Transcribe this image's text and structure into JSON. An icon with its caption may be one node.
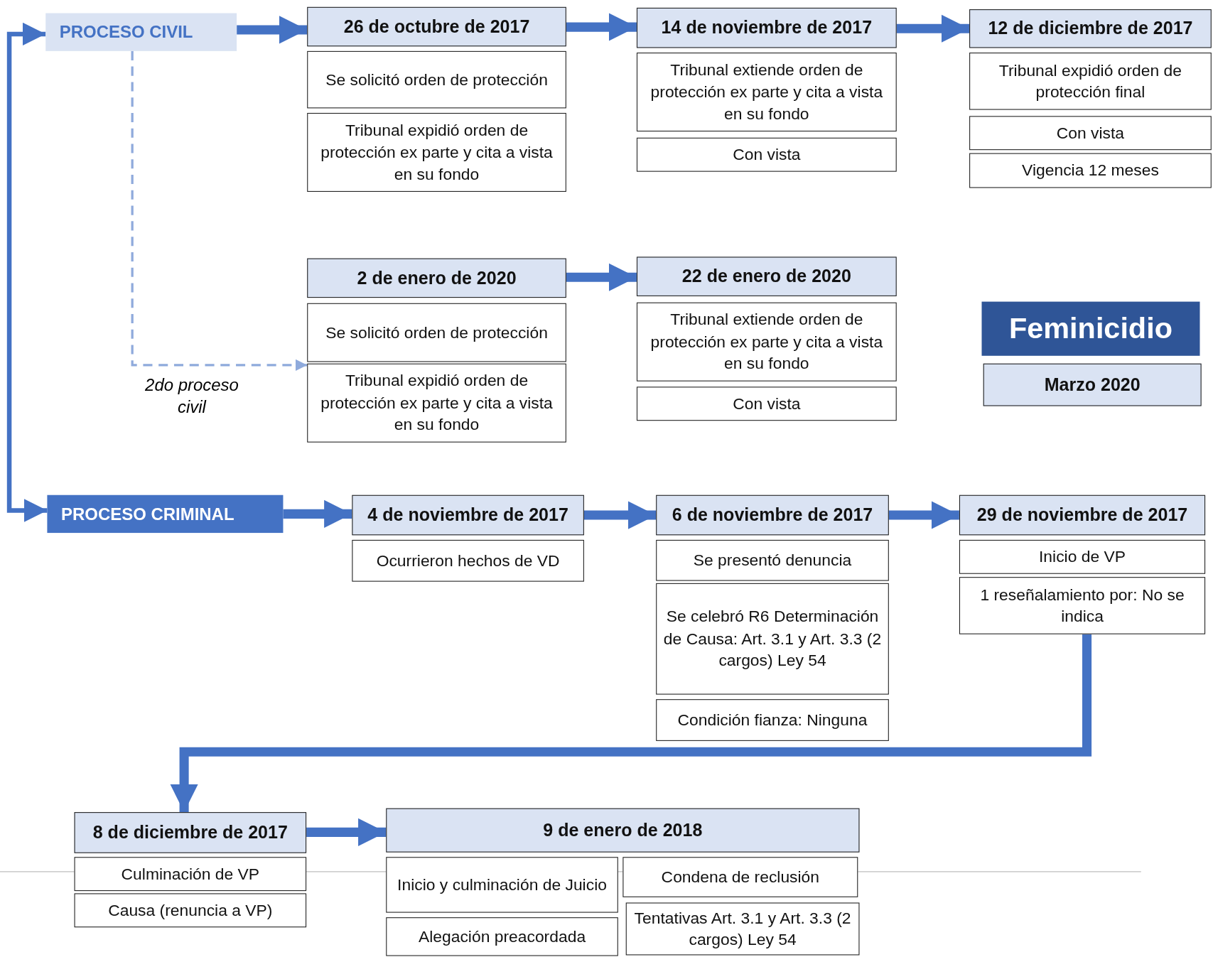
{
  "diagram": {
    "nodes": [
      {
        "text": [
          "PROCESO CIVIL"
        ]
      },
      {
        "text": [
          "26 de octubre de 2017"
        ]
      },
      {
        "text": [
          "Se solicitó orden de protección"
        ]
      },
      {
        "text": [
          "Tribunal expidió orden de protección ex parte y cita a vista en su fondo"
        ]
      },
      {
        "text": [
          "14 de noviembre de 2017"
        ]
      },
      {
        "text": [
          "Tribunal extiende orden de protección ex parte y cita a vista en su fondo"
        ]
      },
      {
        "text": [
          "Con vista"
        ]
      },
      {
        "text": [
          "12 de diciembre de 2017"
        ]
      },
      {
        "text": [
          "Tribunal expidió orden de protección final"
        ]
      },
      {
        "text": [
          "Con vista"
        ]
      },
      {
        "text": [
          "Vigencia 12 meses"
        ]
      },
      {
        "text": [
          "2 de enero de 2020"
        ]
      },
      {
        "text": [
          "Se solicitó orden de protección"
        ]
      },
      {
        "text": [
          "Tribunal expidió orden de protección ex parte y cita a vista en su fondo"
        ]
      },
      {
        "text": [
          "22 de enero de 2020"
        ]
      },
      {
        "text": [
          "Tribunal extiende orden de protección ex parte y cita a vista en su fondo"
        ]
      },
      {
        "text": [
          "Con vista"
        ]
      },
      {
        "text": [
          "Feminicidio"
        ]
      },
      {
        "text": [
          "Marzo 2020"
        ]
      },
      {
        "text": [
          "PROCESO CRIMINAL"
        ]
      },
      {
        "text": [
          "4 de noviembre de 2017"
        ]
      },
      {
        "text": [
          "Ocurrieron hechos de VD"
        ]
      },
      {
        "text": [
          "6 de noviembre de 2017"
        ]
      },
      {
        "text": [
          "Se presentó denuncia"
        ]
      },
      {
        "text": [
          "Se celebró R6 Determinación de Causa: Art. 3.1 y Art. 3.3 (2 cargos) Ley 54"
        ]
      },
      {
        "text": [
          "Condición fianza: Ninguna"
        ]
      },
      {
        "text": [
          "29 de noviembre de 2017"
        ]
      },
      {
        "text": [
          "Inicio de VP"
        ]
      },
      {
        "text": [
          "1 reseñalamiento por: No se indica"
        ]
      },
      {
        "text": [
          "8 de diciembre de 2017"
        ]
      },
      {
        "text": [
          "Culminación de VP"
        ]
      },
      {
        "text": [
          "Causa (renuncia a VP)"
        ]
      },
      {
        "text": [
          "9 de enero de 2018"
        ]
      },
      {
        "text": [
          "Inicio y culminación de Juicio"
        ]
      },
      {
        "text": [
          "Condena de reclusión"
        ]
      },
      {
        "text": [
          "Alegación preacordada"
        ]
      },
      {
        "text": [
          "Tentativas Art. 3.1 y Art. 3.3 (2 cargos) Ley 54"
        ]
      }
    ],
    "edges": [
      {
        "from": 0,
        "to": 1,
        "arrow": "to"
      },
      {
        "from": 1,
        "to": 4,
        "arrow": "to"
      },
      {
        "from": 4,
        "to": 7,
        "arrow": "to"
      },
      {
        "from": 0,
        "to": 12,
        "arrow": "to",
        "label": "2do proceso civil",
        "style": "dashed",
        "color": "#8faadc"
      },
      {
        "from": 11,
        "to": 14,
        "arrow": "to"
      },
      {
        "from": 0,
        "to": 19,
        "arrow": "both"
      },
      {
        "from": 19,
        "to": 20,
        "arrow": "to"
      },
      {
        "from": 20,
        "to": 22,
        "arrow": "to"
      },
      {
        "from": 22,
        "to": 26,
        "arrow": "to"
      },
      {
        "from": 28,
        "to": 29,
        "arrow": "to"
      },
      {
        "from": 29,
        "to": 32,
        "arrow": "to"
      }
    ]
  }
}
